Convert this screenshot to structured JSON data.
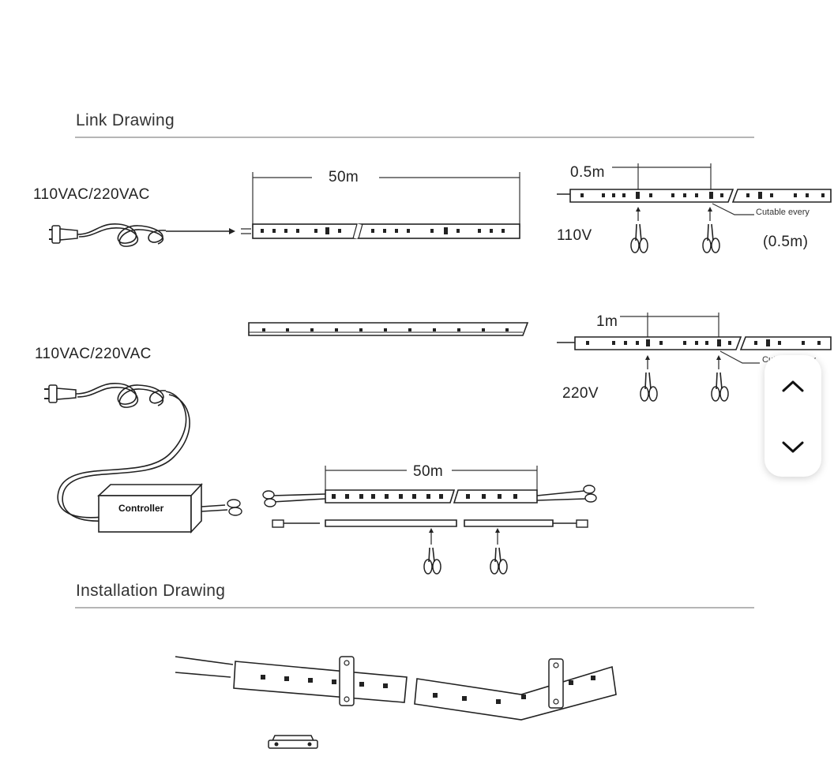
{
  "sections": {
    "link_title": "Link Drawing",
    "install_title": "Installation Drawing"
  },
  "labels": {
    "voltage_top": "110VAC/220VAC",
    "voltage_bottom": "110VAC/220VAC",
    "length_top": "50m",
    "length_bottom": "50m",
    "cut_05": "0.5m",
    "cut_1": "1m",
    "v110": "110V",
    "v220": "220V",
    "cutable_a": "Cutable every",
    "cutable_b": "Cutable every",
    "cut_note": "(0.5m)",
    "controller": "Controller"
  },
  "nav": {
    "up_icon": "chevron-up-icon",
    "down_icon": "chevron-down-icon"
  }
}
